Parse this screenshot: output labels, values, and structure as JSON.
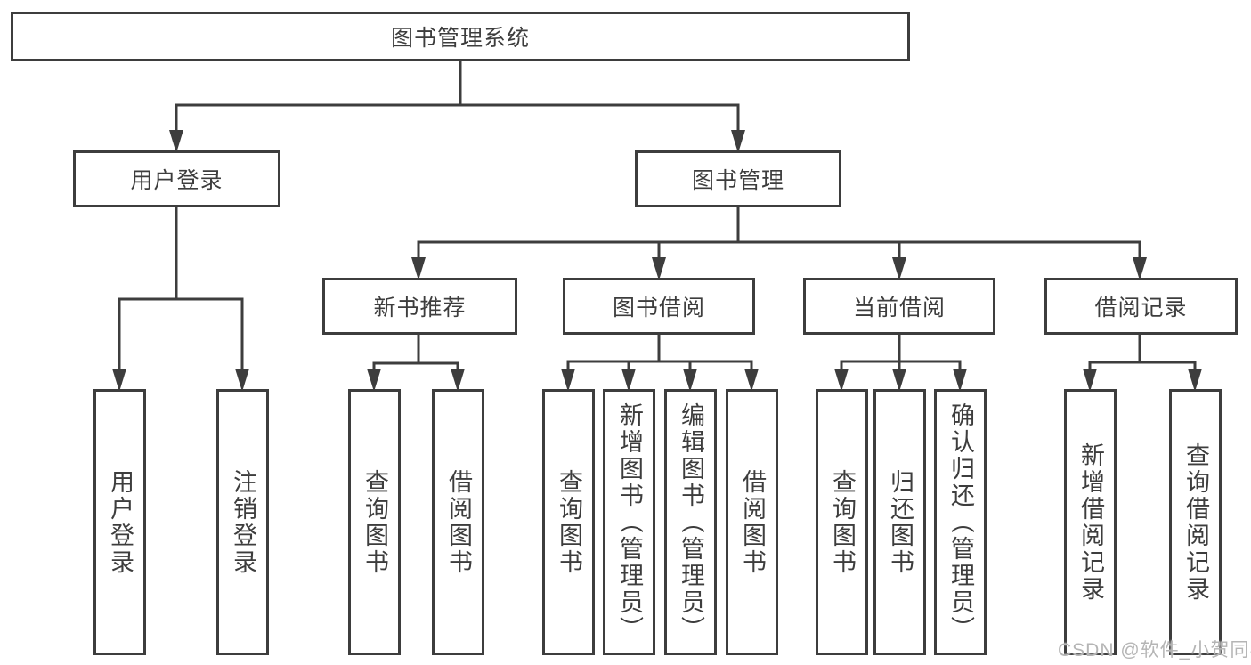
{
  "diagram": {
    "title": "图书管理系统",
    "branches": {
      "user_login": {
        "label": "用户登录",
        "children": [
          "用户登录",
          "注销登录"
        ]
      },
      "book_management": {
        "label": "图书管理",
        "sections": {
          "new_book": {
            "label": "新书推荐",
            "children": [
              "查询图书",
              "借阅图书"
            ]
          },
          "book_borrow": {
            "label": "图书借阅",
            "children": [
              "查询图书",
              "新增图书（管理员）",
              "编辑图书（管理员）",
              "借阅图书"
            ]
          },
          "current_borrow": {
            "label": "当前借阅",
            "children": [
              "查询图书",
              "归还图书",
              "确认归还（管理员）"
            ]
          },
          "borrow_record": {
            "label": "借阅记录",
            "children": [
              "新增借阅记录",
              "查询借阅记录"
            ]
          }
        }
      }
    }
  },
  "watermark": "CSDN @软件_小贺同学",
  "colors": {
    "line": "#3d3d3d",
    "text": "#3d3d3d",
    "watermark": "#b5b5b5",
    "background": "#ffffff"
  }
}
